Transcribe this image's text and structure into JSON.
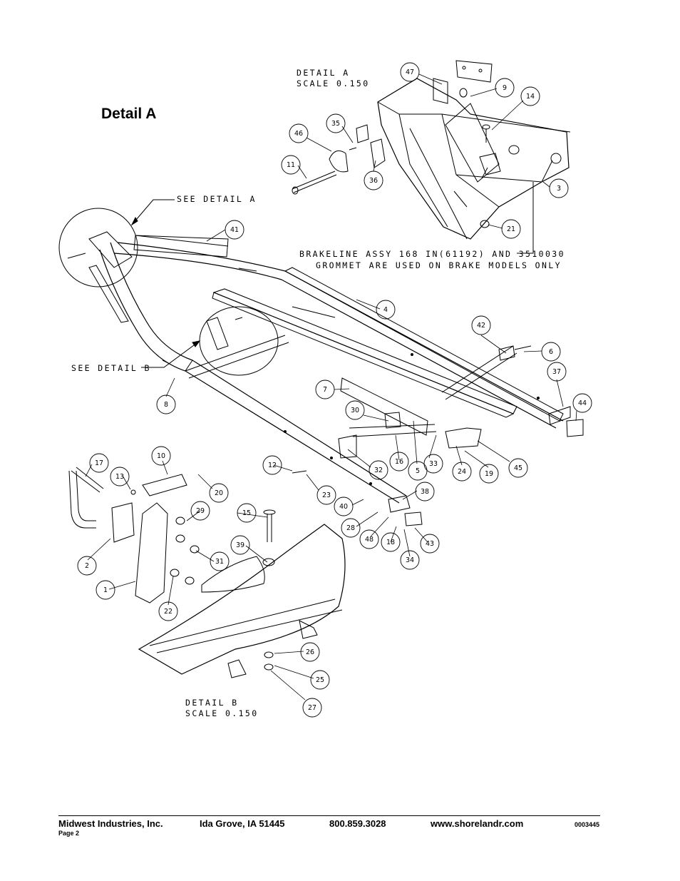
{
  "page_heading": "Detail A",
  "detail_a": {
    "title": "DETAIL  A",
    "scale": "SCALE  0.150"
  },
  "detail_b": {
    "title": "DETAIL  B",
    "scale": "SCALE  0.150"
  },
  "callouts": {
    "see_detail_a": "SEE DETAIL  A",
    "see_detail_b": "SEE DETAIL  B",
    "brake_note_line1": "BRAKELINE ASSY 168 IN(61192) AND 3510030",
    "brake_note_line2": "GROMMET ARE USED ON BRAKE MODELS ONLY"
  },
  "part_numbers": [
    "47",
    "9",
    "14",
    "35",
    "46",
    "11",
    "36",
    "3",
    "21",
    "41",
    "4",
    "42",
    "6",
    "37",
    "44",
    "7",
    "30",
    "32",
    "16",
    "5",
    "33",
    "24",
    "19",
    "45",
    "10",
    "17",
    "13",
    "20",
    "12",
    "23",
    "38",
    "40",
    "28",
    "48",
    "18",
    "43",
    "34",
    "29",
    "15",
    "31",
    "39",
    "2",
    "1",
    "22",
    "26",
    "25",
    "27",
    "8"
  ],
  "footer": {
    "company": "Midwest Industries, Inc.",
    "city": "Ida Grove, IA  51445",
    "phone": "800.859.3028",
    "web": "www.shorelandr.com",
    "doc_number": "0003445",
    "page": "Page 2"
  }
}
